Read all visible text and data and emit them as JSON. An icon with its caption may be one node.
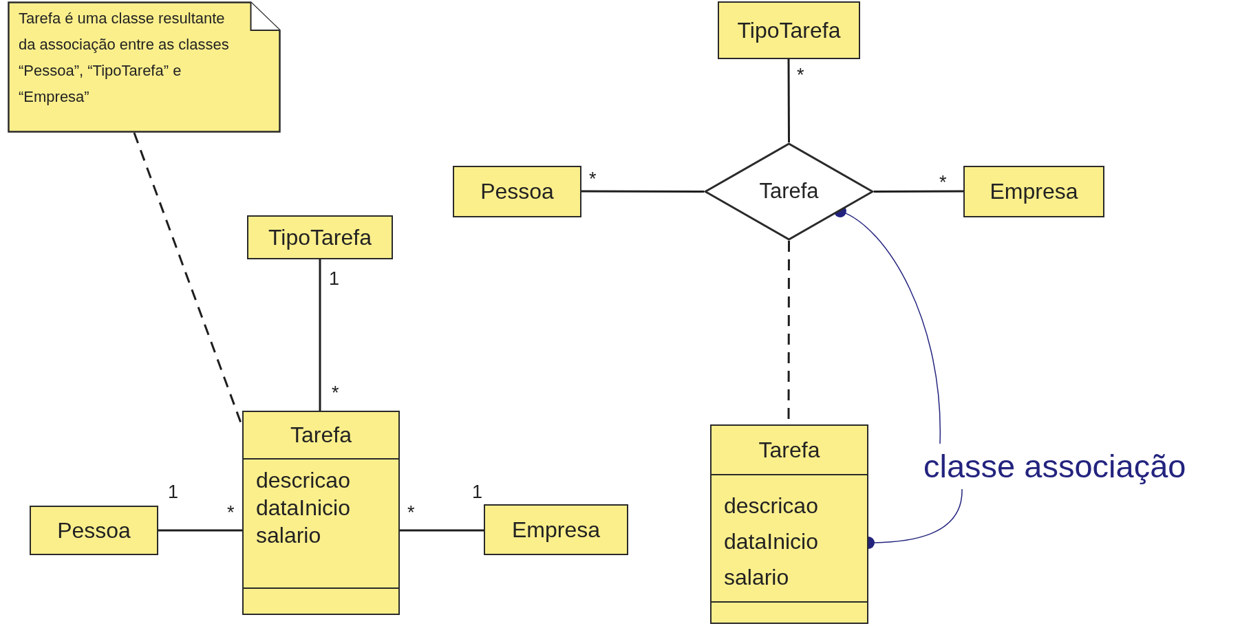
{
  "diagram": {
    "nodes": [
      {
        "text": [
          "Tarefa é uma classe resultante da associação entre as classes “Pessoa”, “TipoTarefa” e “Empresa”"
        ]
      },
      {
        "text": [
          "TipoTarefa"
        ]
      },
      {
        "text": [
          "Pessoa"
        ]
      },
      {
        "text": [
          "Tarefa"
        ]
      },
      {
        "text": [
          "Empresa"
        ]
      },
      {
        "text": [
          "TipoTarefa"
        ]
      },
      {
        "text": [
          "Tarefa",
          "descricao",
          "dataInicio",
          "salario"
        ]
      },
      {
        "text": [
          "Pessoa"
        ]
      },
      {
        "text": [
          "Empresa"
        ]
      },
      {
        "text": [
          "Tarefa",
          "descricao",
          "dataInicio",
          "salario"
        ]
      },
      {
        "text": [
          "classe associação"
        ]
      }
    ],
    "edges": [
      {
        "from": 0,
        "to": 6,
        "arrow": "none",
        "style": "dashed"
      },
      {
        "from": 5,
        "to": 6,
        "arrow": "none"
      },
      {
        "from": 7,
        "to": 6,
        "arrow": "none"
      },
      {
        "from": 6,
        "to": 8,
        "arrow": "none"
      },
      {
        "from": 1,
        "to": 3,
        "arrow": "none"
      },
      {
        "from": 2,
        "to": 3,
        "arrow": "none"
      },
      {
        "from": 3,
        "to": 4,
        "arrow": "none"
      },
      {
        "from": 3,
        "to": 9,
        "arrow": "none",
        "style": "dashed"
      },
      {
        "from": 10,
        "to": 3,
        "arrow": "other",
        "color": "#23237f"
      },
      {
        "from": 10,
        "to": 9,
        "arrow": "other",
        "color": "#23237f"
      }
    ],
    "labels": [
      "*",
      "*",
      "*",
      "1",
      "*",
      "1",
      "*",
      "*",
      "1"
    ]
  }
}
